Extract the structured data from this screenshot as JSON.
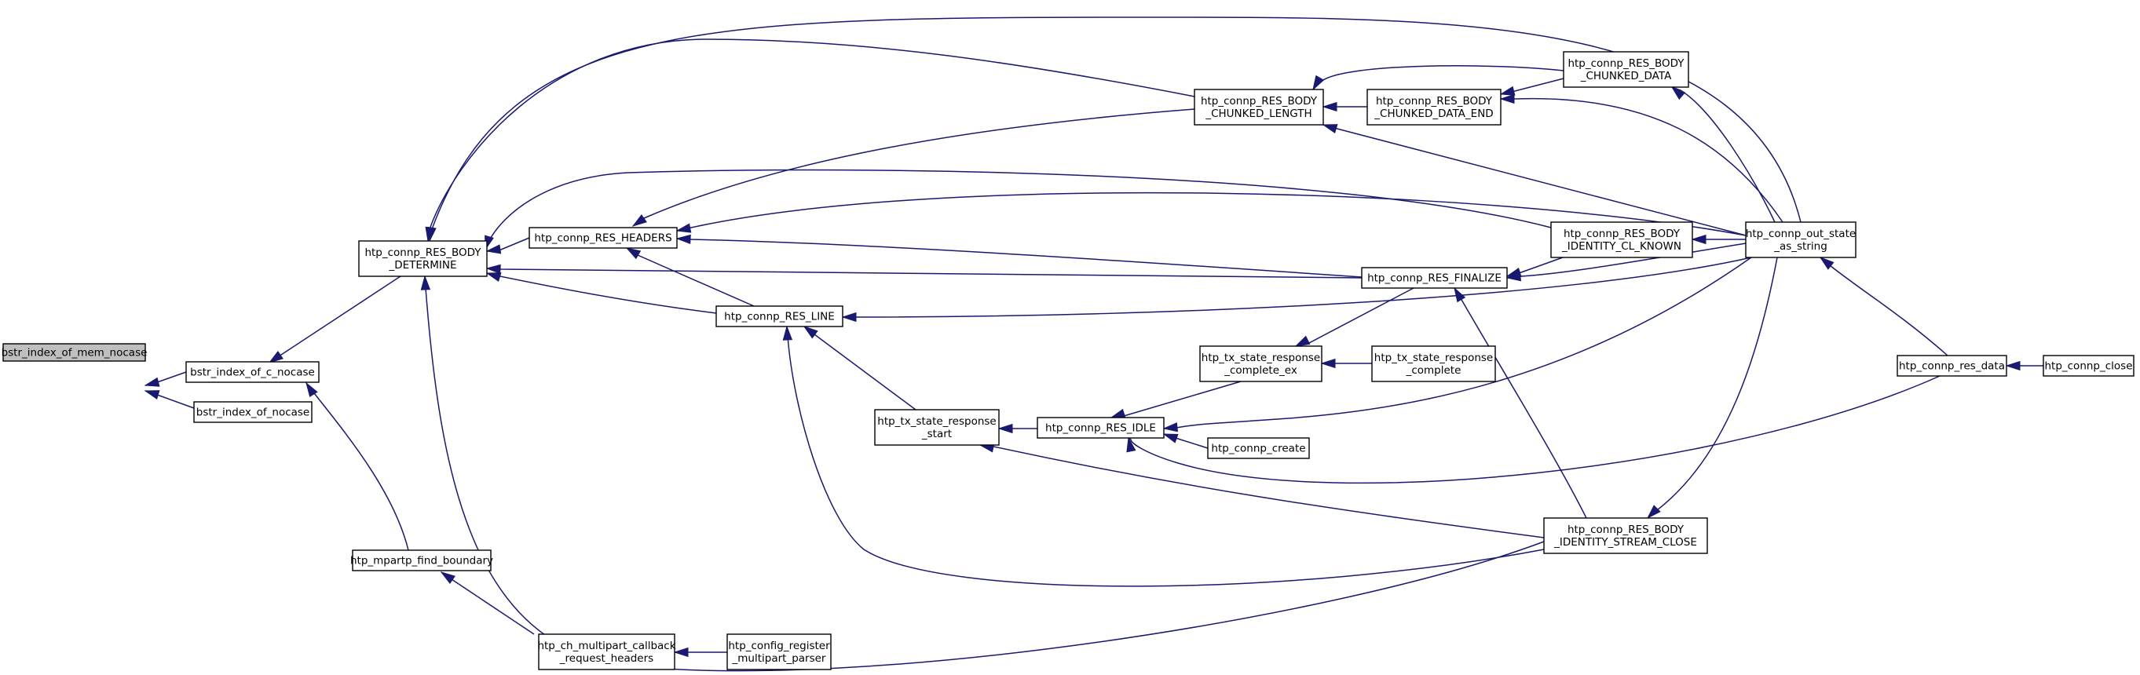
{
  "graph": {
    "type": "call-graph",
    "colors": {
      "edge": "#191970",
      "root_fill": "#bfbfbf",
      "node_fill": "#ffffff",
      "border": "#000000"
    },
    "nodes": {
      "n_root": {
        "lines": [
          "bstr_index_of_mem_nocase"
        ],
        "root": true
      },
      "n_c_nocase": {
        "lines": [
          "bstr_index_of_c_nocase"
        ]
      },
      "n_of_nocase": {
        "lines": [
          "bstr_index_of_nocase"
        ]
      },
      "n_mpartp": {
        "lines": [
          "htp_mpartp_find_boundary"
        ]
      },
      "n_ch_mp": {
        "lines": [
          "htp_ch_multipart_callback",
          "_request_headers"
        ]
      },
      "n_cfg_mp": {
        "lines": [
          "htp_config_register",
          "_multipart_parser"
        ]
      },
      "n_determine": {
        "lines": [
          "htp_connp_RES_BODY",
          "_DETERMINE"
        ]
      },
      "n_headers": {
        "lines": [
          "htp_connp_RES_HEADERS"
        ]
      },
      "n_line": {
        "lines": [
          "htp_connp_RES_LINE"
        ]
      },
      "n_start": {
        "lines": [
          "htp_tx_state_response",
          "_start"
        ]
      },
      "n_idle": {
        "lines": [
          "htp_connp_RES_IDLE"
        ]
      },
      "n_create": {
        "lines": [
          "htp_connp_create"
        ]
      },
      "n_complete_ex": {
        "lines": [
          "htp_tx_state_response",
          "_complete_ex"
        ]
      },
      "n_complete": {
        "lines": [
          "htp_tx_state_response",
          "_complete"
        ]
      },
      "n_chunk_len": {
        "lines": [
          "htp_connp_RES_BODY",
          "_CHUNKED_LENGTH"
        ]
      },
      "n_chunk_end": {
        "lines": [
          "htp_connp_RES_BODY",
          "_CHUNKED_DATA_END"
        ]
      },
      "n_chunk_data": {
        "lines": [
          "htp_connp_RES_BODY",
          "_CHUNKED_DATA"
        ]
      },
      "n_cl_known": {
        "lines": [
          "htp_connp_RES_BODY",
          "_IDENTITY_CL_KNOWN"
        ]
      },
      "n_finalize": {
        "lines": [
          "htp_connp_RES_FINALIZE"
        ]
      },
      "n_stream": {
        "lines": [
          "htp_connp_RES_BODY",
          "_IDENTITY_STREAM_CLOSE"
        ]
      },
      "n_outstate": {
        "lines": [
          "htp_connp_out_state",
          "_as_string"
        ]
      },
      "n_resdata": {
        "lines": [
          "htp_connp_res_data"
        ]
      },
      "n_close": {
        "lines": [
          "htp_connp_close"
        ]
      }
    },
    "edges": [
      [
        "n_c_nocase",
        "n_root"
      ],
      [
        "n_of_nocase",
        "n_root"
      ],
      [
        "n_determine",
        "n_c_nocase"
      ],
      [
        "n_mpartp",
        "n_c_nocase"
      ],
      [
        "n_ch_mp",
        "n_mpartp"
      ],
      [
        "n_cfg_mp",
        "n_ch_mp"
      ],
      [
        "n_headers",
        "n_determine"
      ],
      [
        "n_line",
        "n_determine"
      ],
      [
        "n_chunk_len",
        "n_determine"
      ],
      [
        "n_outstate",
        "n_determine"
      ],
      [
        "n_stream",
        "n_determine"
      ],
      [
        "n_finalize",
        "n_determine"
      ],
      [
        "n_cl_known",
        "n_determine"
      ],
      [
        "n_chunk_len",
        "n_headers"
      ],
      [
        "n_outstate",
        "n_headers"
      ],
      [
        "n_finalize",
        "n_headers"
      ],
      [
        "n_line",
        "n_headers"
      ],
      [
        "n_outstate",
        "n_line"
      ],
      [
        "n_stream",
        "n_line"
      ],
      [
        "n_start",
        "n_line"
      ],
      [
        "n_stream",
        "n_start"
      ],
      [
        "n_idle",
        "n_start"
      ],
      [
        "n_create",
        "n_idle"
      ],
      [
        "n_outstate",
        "n_idle"
      ],
      [
        "n_resdata",
        "n_idle"
      ],
      [
        "n_complete_ex",
        "n_idle"
      ],
      [
        "n_finalize",
        "n_complete_ex"
      ],
      [
        "n_complete",
        "n_complete_ex"
      ],
      [
        "n_chunk_end",
        "n_chunk_len"
      ],
      [
        "n_chunk_data",
        "n_chunk_len"
      ],
      [
        "n_outstate",
        "n_chunk_len"
      ],
      [
        "n_chunk_data",
        "n_chunk_end"
      ],
      [
        "n_outstate",
        "n_chunk_end"
      ],
      [
        "n_outstate",
        "n_chunk_data"
      ],
      [
        "n_outstate",
        "n_cl_known"
      ],
      [
        "n_cl_known",
        "n_finalize"
      ],
      [
        "n_outstate",
        "n_finalize"
      ],
      [
        "n_stream",
        "n_finalize"
      ],
      [
        "n_outstate",
        "n_stream"
      ],
      [
        "n_resdata",
        "n_outstate"
      ],
      [
        "n_close",
        "n_resdata"
      ]
    ]
  }
}
